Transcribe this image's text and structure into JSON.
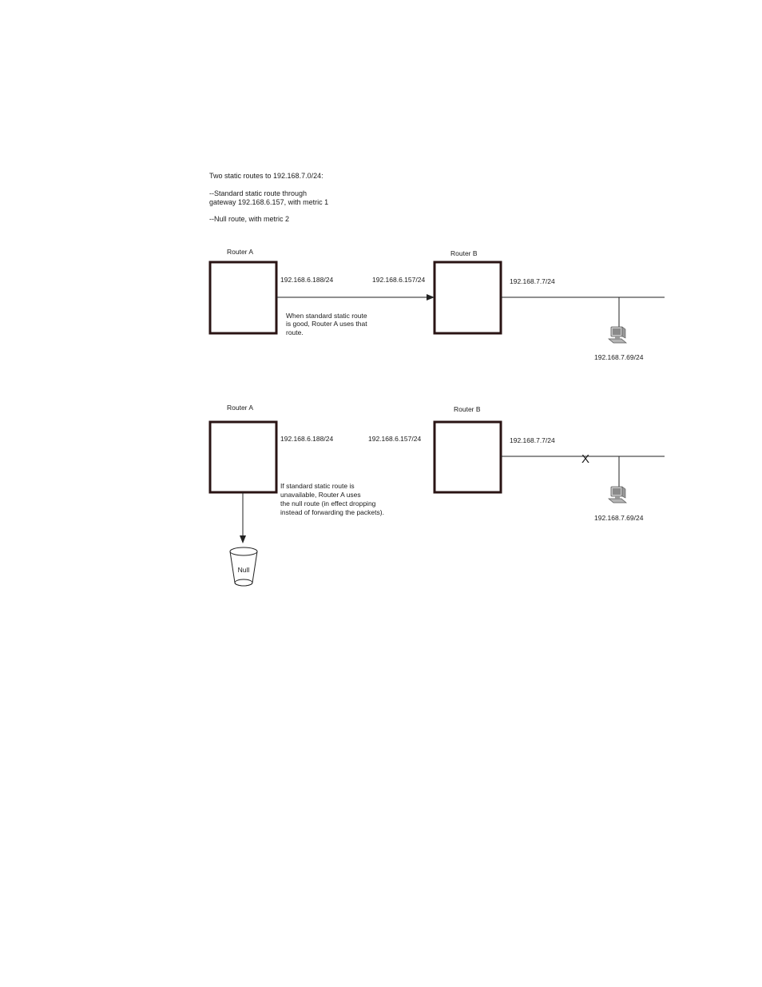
{
  "intro": {
    "title": "Two static routes to 192.168.7.0/24:",
    "standard_line1": "--Standard static route through",
    "standard_line2": "gateway 192.168.6.157, with metric 1",
    "null_line": "--Null route, with metric 2"
  },
  "scenario_good": {
    "router_a_title": "Router A",
    "router_b_title": "Router B",
    "router_a_ip": "192.168.6.188/24",
    "router_b_ip": "192.168.6.157/24",
    "router_b_lan_ip": "192.168.7.7/24",
    "host_ip": "192.168.7.69/24",
    "note": [
      "When standard static route",
      "is good, Router A uses that",
      "route."
    ]
  },
  "scenario_down": {
    "router_a_title": "Router A",
    "router_b_title": "Router B",
    "router_a_ip": "192.168.6.188/24",
    "router_b_ip": "192.168.6.157/24",
    "router_b_lan_ip": "192.168.7.7/24",
    "host_ip": "192.168.7.69/24",
    "link_failure_mark": "X",
    "note": [
      "If standard static route is",
      "unavailable, Router A uses",
      "the null route (in effect dropping",
      "instead of forwarding the packets)."
    ],
    "null_label": "Null"
  },
  "colors": {
    "router_border": "#2a1414",
    "line": "#222222",
    "computer_body": "#c8c8c8",
    "computer_shadow": "#7a7a7a",
    "text": "#1a1a1a"
  }
}
